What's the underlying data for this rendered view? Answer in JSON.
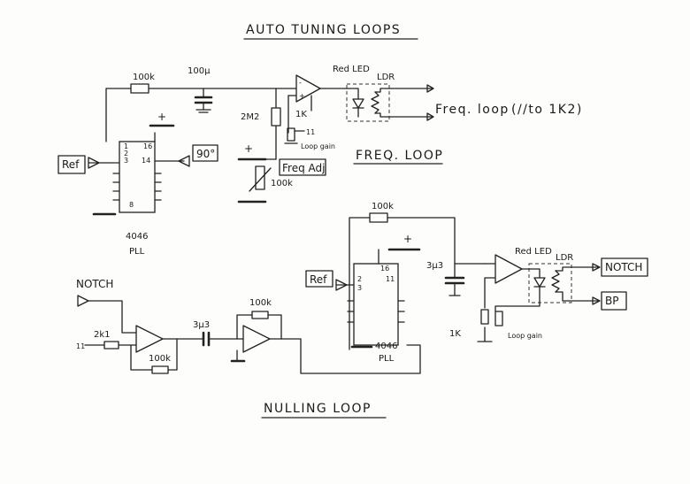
{
  "title": "AUTO TUNING LOOPS",
  "freq_loop": {
    "heading": "FREQ. LOOP",
    "r_top": "100k",
    "c_top": "100μ",
    "r_bias": "2M2",
    "r_fb": "1K",
    "pot_gain": "Loop gain",
    "pot_adj": "100k",
    "adj_label": "Freq Adj",
    "led_label": "Red LED",
    "ldr_label": "LDR",
    "output_label": "Freq. loop",
    "output_note": "(//to 1K2)",
    "ref_in": "Ref",
    "phase_in": "90°",
    "pll_chip": "4046",
    "pll_label": "PLL",
    "pins": [
      "1",
      "2",
      "3",
      "16",
      "14",
      "8"
    ]
  },
  "nulling_loop": {
    "heading": "NULLING LOOP",
    "notch_in": "NOTCH",
    "r_in": "2k1",
    "r_fb1": "100k",
    "c_couple1": "3μ3",
    "r_fb2": "100k",
    "ref_in": "Ref",
    "pll_chip": "4046",
    "pll_label": "PLL",
    "r_top": "100k",
    "c_out": "3μ3",
    "r_gain": "1K",
    "pot_gain": "Loop gain",
    "led_label": "Red LED",
    "ldr_label": "LDR",
    "out_notch": "NOTCH",
    "out_bp": "BP",
    "pins": [
      "2",
      "3",
      "16",
      "11"
    ]
  }
}
